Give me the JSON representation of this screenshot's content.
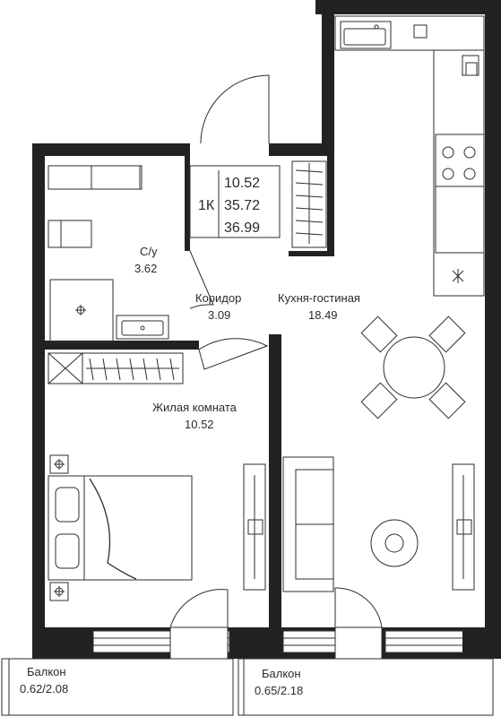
{
  "summary": {
    "type": "1К",
    "living_area": "10.52",
    "total_area": "35.72",
    "total_area_with_balcony": "36.99"
  },
  "rooms": {
    "bathroom": {
      "label": "С/у",
      "area": "3.62"
    },
    "corridor": {
      "label": "Коридор",
      "area": "3.09"
    },
    "kitchen": {
      "label": "Кухня-гостиная",
      "area": "18.49"
    },
    "bedroom": {
      "label": "Жилая комната",
      "area": "10.52"
    },
    "balcony_left": {
      "label": "Балкон",
      "area": "0.62/2.08"
    },
    "balcony_right": {
      "label": "Балкон",
      "area": "0.65/2.18"
    }
  },
  "colors": {
    "wall": "#222222",
    "line": "#2d2d2d",
    "text": "#2b2b2b",
    "background": "#ffffff"
  }
}
